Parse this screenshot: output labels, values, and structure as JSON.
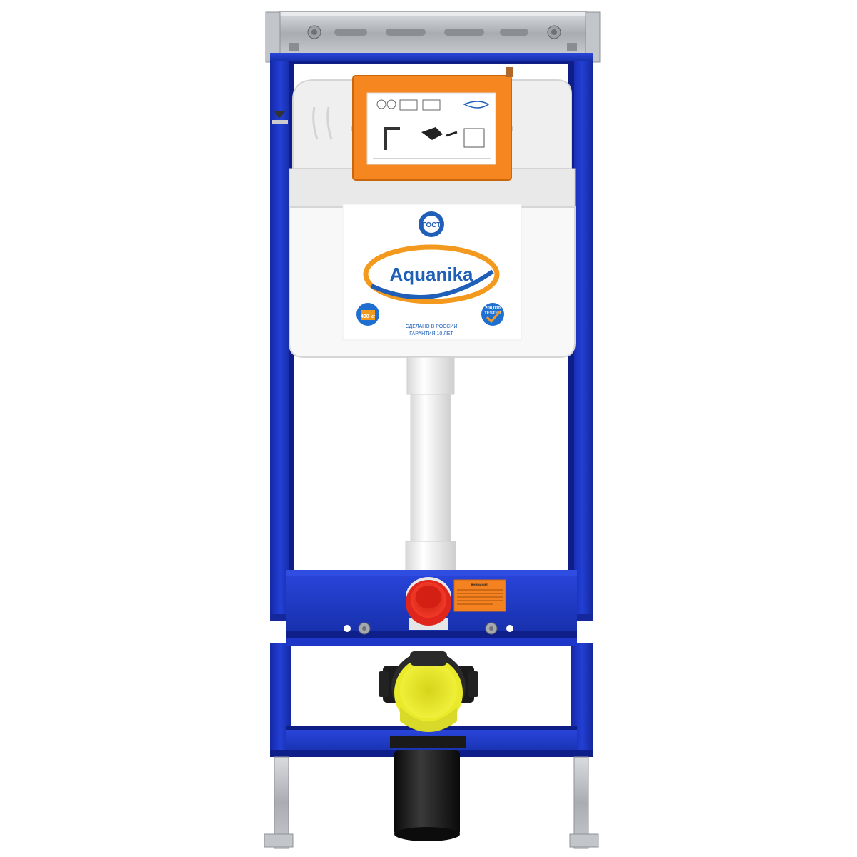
{
  "brand": {
    "name": "Aquanika",
    "made_in": "СДЕЛАНО В РОССИИ",
    "warranty": "ГАРАНТИЯ 10 ЛЕТ"
  },
  "badges": {
    "cert": "ГОСТ",
    "load": "400 кг",
    "tested_count": "200,000",
    "tested_word": "TESTED"
  },
  "warning_label": {
    "title": "ВНИМАНИЕ!"
  },
  "colors": {
    "frame": "#1c35c4",
    "frame_dark": "#0f1f8a",
    "galvanized": "#b8bcc2",
    "cistern": "#f1f1f1",
    "flush_panel": "#f6861f",
    "logo_orange": "#f39a1e",
    "logo_blue": "#1f5fb8",
    "red_plug": "#e0261c",
    "yellow_plug": "#e9ea2a",
    "drain_pipe": "#1e1e1e"
  },
  "icons": [
    "gost-cert-icon",
    "weight-400-icon",
    "tested-check-icon",
    "bolt-icon"
  ]
}
